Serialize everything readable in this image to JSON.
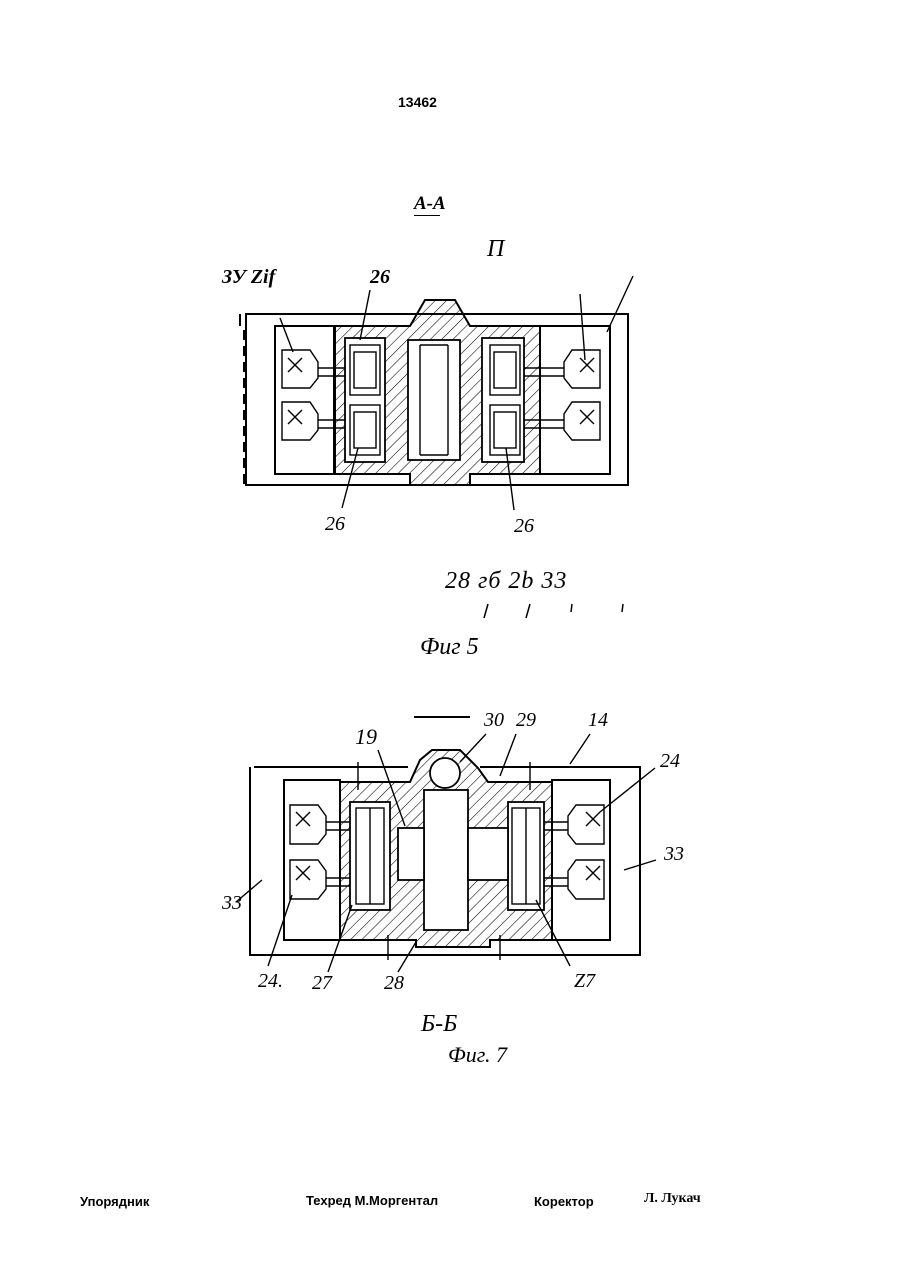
{
  "header": {
    "patent_number": "13462"
  },
  "figure5": {
    "section_title": "А-А",
    "top_label": "П",
    "labels": {
      "top_left": "ЗУ Zif",
      "top_mid": "26",
      "bottom_left": "26",
      "bottom_right": "26",
      "numbers_row": "28 гб 2b 33"
    },
    "caption": "Фиг 5"
  },
  "figure7": {
    "labels": {
      "l19": "19",
      "l30": "30",
      "l29": "29",
      "l14": "14",
      "l24_right": "24",
      "l33_right": "33",
      "l33_left": "33",
      "l24_left": "24.",
      "l27_left": "27",
      "l28": "28",
      "l27_right": "Z7"
    },
    "section_title": "Б-Б",
    "caption": "Фиг. 7"
  },
  "footer": {
    "compiler": "Упорядник",
    "techred": "Техред М.Моргентал",
    "corrector": "Коректор",
    "corrector_name": "Л. Лукач"
  }
}
